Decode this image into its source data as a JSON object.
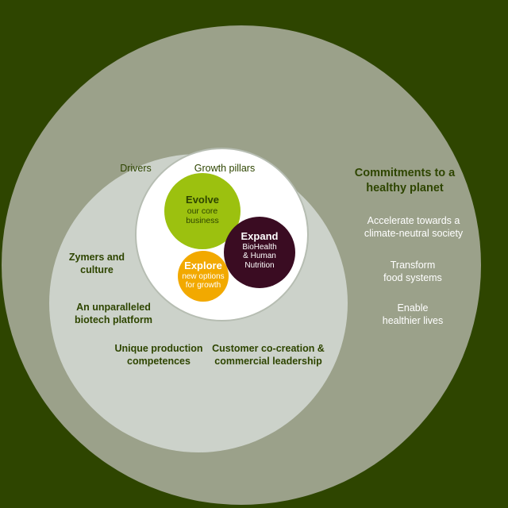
{
  "headers": {
    "drivers": "Drivers",
    "growth_pillars": "Growth pillars"
  },
  "pillars": {
    "evolve": {
      "title": "Evolve",
      "line1": "our core",
      "line2": "business",
      "color": "#9cc10f"
    },
    "expand": {
      "title": "Expand",
      "line1": "BioHealth",
      "line2": "& Human",
      "line3": "Nutrition",
      "color": "#3a0c22"
    },
    "explore": {
      "title": "Explore",
      "line1": "new options",
      "line2": "for growth",
      "color": "#f2a900"
    }
  },
  "drivers": [
    {
      "line1": "Zymers and",
      "line2": "culture"
    },
    {
      "line1": "An unparalleled",
      "line2": "biotech platform"
    },
    {
      "line1": "Unique production",
      "line2": "competences"
    },
    {
      "line1": "Customer co-creation &",
      "line2": "commercial leadership"
    }
  ],
  "commitments": {
    "title": "Commitments to a healthy planet",
    "items": [
      {
        "line1": "Accelerate towards a",
        "line2": "climate-neutral society"
      },
      {
        "line1": "Transform",
        "line2": "food systems"
      },
      {
        "line1": "Enable",
        "line2": "healthier lives"
      }
    ]
  },
  "colors": {
    "background": "#2e4500",
    "outer_circle": "#9ba18a",
    "middle_circle": "#ccd2ca",
    "inner_circle": "#ffffff"
  }
}
